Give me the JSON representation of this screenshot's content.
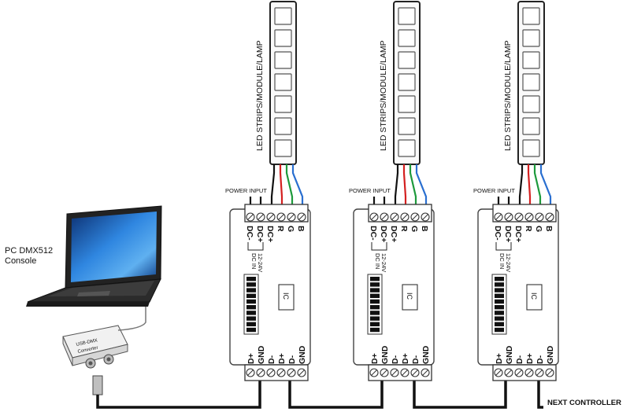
{
  "pc_label_line1": "PC  DMX512",
  "pc_label_line2": "Console",
  "converter_label_line1": "USB-DMX",
  "converter_label_line2": "Converter",
  "led_strip_label": "LED STRIPS/MODULE/LAMP",
  "power_input_label": "POWER INPUT",
  "top_terminal_labels": [
    "DC-",
    "DC+",
    "DC+",
    "R",
    "G",
    "B"
  ],
  "dc_in_label_line1": "DC IN",
  "dc_in_label_line2": "12-24V",
  "ic_label": "IC",
  "bottom_terminal_labels": [
    "D+",
    "GND",
    "D-",
    "D+",
    "D-",
    "GND"
  ],
  "next_controller_label": "NEXT CONTROLLER",
  "colors": {
    "wire_black": "#111111",
    "wire_red": "#d42020",
    "wire_green": "#1e9a3c",
    "wire_blue": "#2a6fd0",
    "laptop_screen": "#1f6fc8",
    "board_outline": "#444444"
  }
}
